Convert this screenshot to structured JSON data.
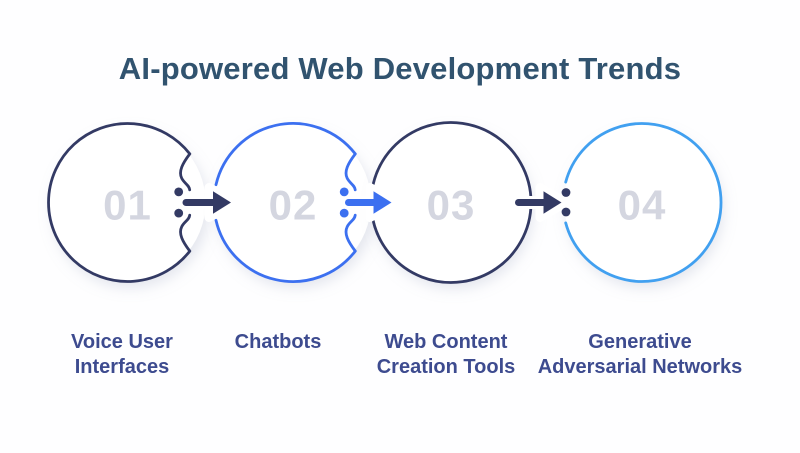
{
  "title": "AI-powered Web Development Trends",
  "colors": {
    "background": "#fefeff",
    "title_text": "#31536f",
    "step_number_text": "#d4d6e0",
    "label_text": "#3d4b8f",
    "navy": "#333a64",
    "royal_blue": "#3c70f0",
    "sky_blue": "#41a0f0",
    "circle_fill": "#ffffff"
  },
  "steps": [
    {
      "number": "01",
      "label": "Voice User Interfaces",
      "label_lines": [
        "Voice User",
        "Interfaces"
      ],
      "circle_color": "#333a64"
    },
    {
      "number": "02",
      "label": "Chatbots",
      "label_lines": [
        "Chatbots"
      ],
      "circle_color": "#3c70f0"
    },
    {
      "number": "03",
      "label": "Web Content Creation Tools",
      "label_lines": [
        "Web Content",
        "Creation Tools"
      ],
      "circle_color": "#333a64"
    },
    {
      "number": "04",
      "label": "Generative Adversarial Networks",
      "label_lines": [
        "Generative",
        "Adversarial Networks"
      ],
      "circle_color": "#41a0f0"
    }
  ],
  "connectors": [
    {
      "name": "arrow-1",
      "color": "#333a64"
    },
    {
      "name": "arrow-2",
      "color": "#3c70f0"
    },
    {
      "name": "arrow-3",
      "color": "#333a64"
    }
  ]
}
